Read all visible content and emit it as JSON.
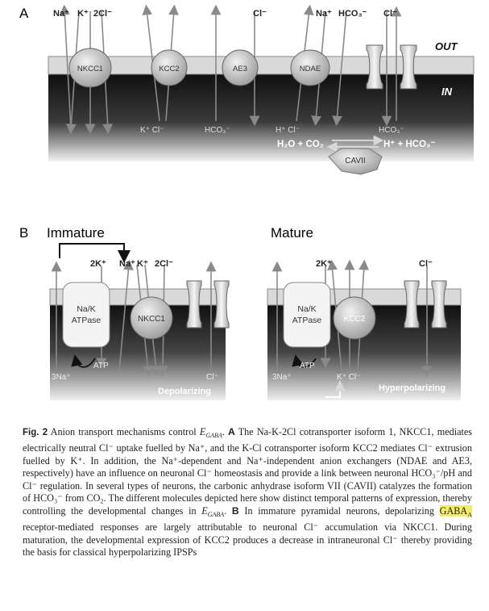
{
  "panel_a": {
    "letter": "A",
    "top_ions": {
      "nkcc1": [
        "Na⁺",
        "K⁺",
        "2Cl⁻"
      ],
      "ae3": "Cl⁻",
      "ndae": [
        "Na⁺",
        "HCO₃⁻"
      ],
      "channel": "Cl⁻"
    },
    "out_label": "OUT",
    "in_label": "IN",
    "transporters": [
      "NKCC1",
      "KCC2",
      "AE3",
      "NDAE"
    ],
    "bottom_ions": {
      "kcc2": "K⁺ Cl⁻",
      "ae3": "HCO₃⁻",
      "ndae": "H⁺ Cl⁻",
      "channel": "HCO₃⁻"
    },
    "reaction_left": "H₂O + CO₂",
    "reaction_right": "H⁺ + HCO₃⁻",
    "enzyme": "CAVII"
  },
  "panel_b": {
    "letter": "B",
    "immature": {
      "title": "Immature",
      "top_ions": [
        "2K⁺",
        "Na⁺",
        "K⁺",
        "2Cl⁻"
      ],
      "pump": [
        "Na/K",
        "ATPase"
      ],
      "transporter": "NKCC1",
      "na_label": "3Na⁺",
      "atp_label": "ATP",
      "cl_label": "Cl⁻",
      "state": "Depolarizing"
    },
    "mature": {
      "title": "Mature",
      "top_ions": [
        "2K⁺",
        "Cl⁻"
      ],
      "pump": [
        "Na/K",
        "ATPase"
      ],
      "transporter": "KCC2",
      "na_label": "3Na⁺",
      "atp_label": "ATP",
      "bottom_ions": "K⁺ Cl⁻",
      "state": "Hyperpolarizing"
    }
  },
  "caption": {
    "label": "Fig. 2",
    "t1": "Anion transport mechanisms control ",
    "e1": "E",
    "e1sub": "GABA",
    "t2": ". ",
    "a": "A",
    "t3": " The Na-K-2Cl cotransporter isoform 1, NKCC1, mediates electrically neutral Cl⁻ uptake fuelled by Na⁺, and the K-Cl cotransporter isoform KCC2 mediates Cl⁻ extrusion fuelled by K⁺. In addition, the Na⁺-dependent and Na⁺-independent anion exchangers (NDAE and AE3, respectively) have an influence on neuronal Cl⁻ homeostasis and provide a link between neuronal HCO₃⁻/pH and Cl⁻ regulation. In several types of neurons, the carbonic anhydrase isoform VII (CAVII) catalyzes the formation of HCO₃⁻ from CO₂. The different molecules depicted here show distinct temporal patterns of expression, thereby controlling the developmental changes in ",
    "e2": "E",
    "e2sub": "GABA",
    "t4": ". ",
    "b": "B",
    "t5": " In immature pyramidal neurons, depolarizing ",
    "gaba": "GABA",
    "gabasub": "A",
    "t6": " receptor-mediated responses are largely attributable to neuronal Cl⁻ accumulation via NKCC1. During maturation, the developmental expression of KCC2 produces a decrease in intraneuronal Cl⁻ thereby providing the basis for classical hyperpolarizing IPSPs"
  }
}
